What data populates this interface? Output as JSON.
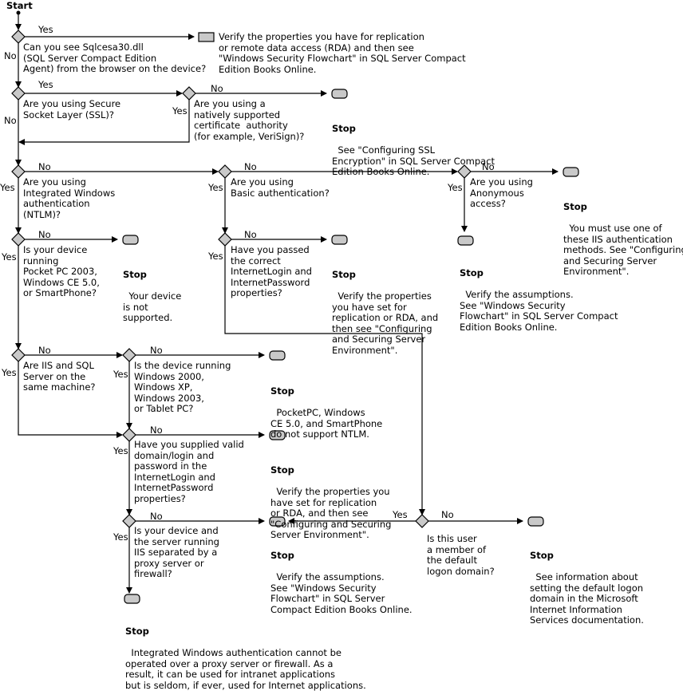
{
  "start": "Start",
  "yes": "Yes",
  "no": "No",
  "stop": "Stop",
  "q1": "Can you see Sqlcesa30.dll\n(SQL Server Compact Edition\nAgent) from the browser on the device?",
  "r1": "Verify the properties you have for replication\nor remote data access (RDA) and then see\n\"Windows Security Flowchart\" in SQL Server Compact\nEdition Books Online.",
  "q2": "Are you using Secure\nSocket Layer (SSL)?",
  "q3": "Are you using a\nnatively supported\ncertificate  authority\n(for example, VeriSign)?",
  "s3": "See \"Configuring SSL\nEncryption\" in SQL Server Compact\nEdition Books Online.",
  "q4": "Are you using\nIntegrated Windows\nauthentication\n(NTLM)?",
  "q5": "Are you using\nBasic authentication?",
  "q6": "Are you using\nAnonymous\naccess?",
  "s6": "You must use one of\nthese IIS authentication\nmethods. See \"Configuring\nand Securing Server\nEnvironment\".",
  "s6y": "Verify the assumptions.\nSee \"Windows Security\nFlowchart\" in SQL Server Compact\nEdition Books Online.",
  "q7": "Is your device\nrunning\nPocket PC 2003,\nWindows CE 5.0,\nor SmartPhone?",
  "s7": "Your device\nis not\nsupported.",
  "q8": "Have you passed\nthe correct\nInternetLogin and\nInternetPassword\nproperties?",
  "s8": "Verify the properties\nyou have set for\nreplication or RDA, and\nthen see \"Configuring\nand Securing Server\nEnvironment\".",
  "q9": "Are IIS and SQL\nServer on the\nsame machine?",
  "q10": "Is the device running\nWindows 2000,\nWindows XP,\nWindows 2003,\nor Tablet PC?",
  "s10": "PocketPC, Windows\nCE 5.0, and SmartPhone\ndo not support NTLM.",
  "q11": "Have you supplied valid\ndomain/login and\npassword in the\nInternetLogin and\nInternetPassword\nproperties?",
  "s11": "Verify the properties you\nhave set for replication\nor RDA, and then see\n\"Configuring and Securing\nServer Environment\".",
  "q12": "Is your device and\nthe server running\nIIS separated by a\nproxy server or\nfirewall?",
  "s12": "Verify the assumptions.\nSee \"Windows Security\nFlowchart\" in SQL Server\nCompact Edition Books Online.",
  "q13": "Is this user\na member of\nthe default\nlogon domain?",
  "s13": "See information about\nsetting the default logon\ndomain in the Microsoft\nInternet Information\nServices documentation.",
  "s14": "Integrated Windows authentication cannot be\noperated over a proxy server or firewall. As a\nresult, it can be used for intranet applications\nbut is seldom, if ever, used for Internet applications."
}
